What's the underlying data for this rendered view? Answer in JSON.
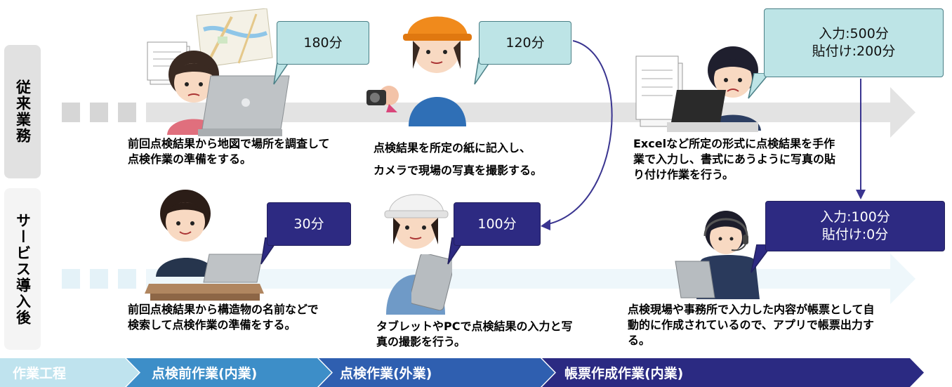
{
  "rows": {
    "old_label": "従来業務",
    "new_label": "サービス導入後"
  },
  "old_descriptions": {
    "pre": "前回点検結果から地図で場所を調査して点検作業の準備をする。",
    "field_line1": "点検結果を所定の紙に記入し、",
    "field_line2": "カメラで現場の写真を撮影する。",
    "report": "Excelなど所定の形式に点検結果を手作業で入力し、書式にあうように写真の貼り付け作業を行う。"
  },
  "new_descriptions": {
    "pre": "前回点検結果から構造物の名前などで検索して点検作業の準備をする。",
    "field": "タブレットやPCで点検結果の入力と写真の撮影を行う。",
    "report": "点検現場や事務所で入力した内容が帳票として自動的に作成されているので、アプリで帳票出力する。"
  },
  "old_bubbles": {
    "pre": "180分",
    "field": "120分",
    "report_line1": "入力:500分",
    "report_line2": "貼付け:200分"
  },
  "new_bubbles": {
    "pre": "30分",
    "field": "100分",
    "report_line1": "入力:100分",
    "report_line2": "貼付け:0分"
  },
  "process_bar": {
    "label": "作業工程",
    "steps": [
      "点検前作業(内業)",
      "点検作業(外業)",
      "帳票作成作業(内業)"
    ]
  },
  "colors": {
    "old_band": "#e3e3e3",
    "new_band": "#eef7fb",
    "old_bubble": "#bde4e6",
    "new_bubble": "#2d2a82",
    "connector_arrow": "#3a3590",
    "bar_label": "#bfe3ee",
    "bar_step1": "#3d8ec8",
    "bar_step2": "#2f5fb0",
    "bar_step3": "#2b2a82"
  },
  "icons": [
    "map-icon",
    "papers-icon",
    "laptop-icon",
    "hardhat-icon",
    "camera-icon",
    "tablet-icon",
    "headset-icon",
    "person-icon"
  ]
}
